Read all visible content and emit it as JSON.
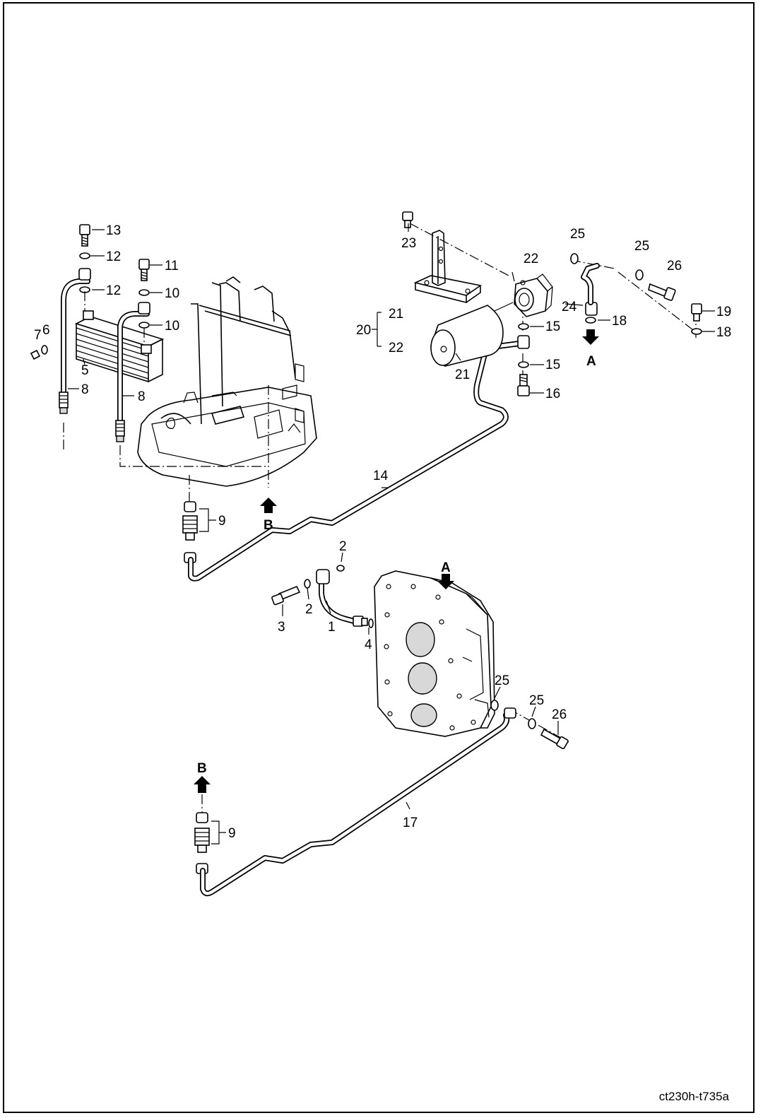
{
  "drawing_code": "ct230h-t735a",
  "callouts": {
    "c1": "1",
    "c2a": "2",
    "c2b": "2",
    "c3": "3",
    "c4": "4",
    "c5": "5",
    "c6": "6",
    "c7": "7",
    "c8a": "8",
    "c8b": "8",
    "c9a": "9",
    "c9b": "9",
    "c10a": "10",
    "c10b": "10",
    "c11": "11",
    "c12a": "12",
    "c12b": "12",
    "c13": "13",
    "c14": "14",
    "c15a": "15",
    "c15b": "15",
    "c16": "16",
    "c17": "17",
    "c18a": "18",
    "c18b": "18",
    "c19": "19",
    "c20": "20",
    "c21a": "21",
    "c21b": "21",
    "c22a": "22",
    "c22b": "22",
    "c23": "23",
    "c24": "24",
    "c25a": "25",
    "c25b": "25",
    "c25c": "25",
    "c25d": "25",
    "c26a": "26",
    "c26b": "26"
  },
  "markers": {
    "a_top": "A",
    "a_gear": "A",
    "b_frame": "B",
    "b_lower": "B"
  }
}
